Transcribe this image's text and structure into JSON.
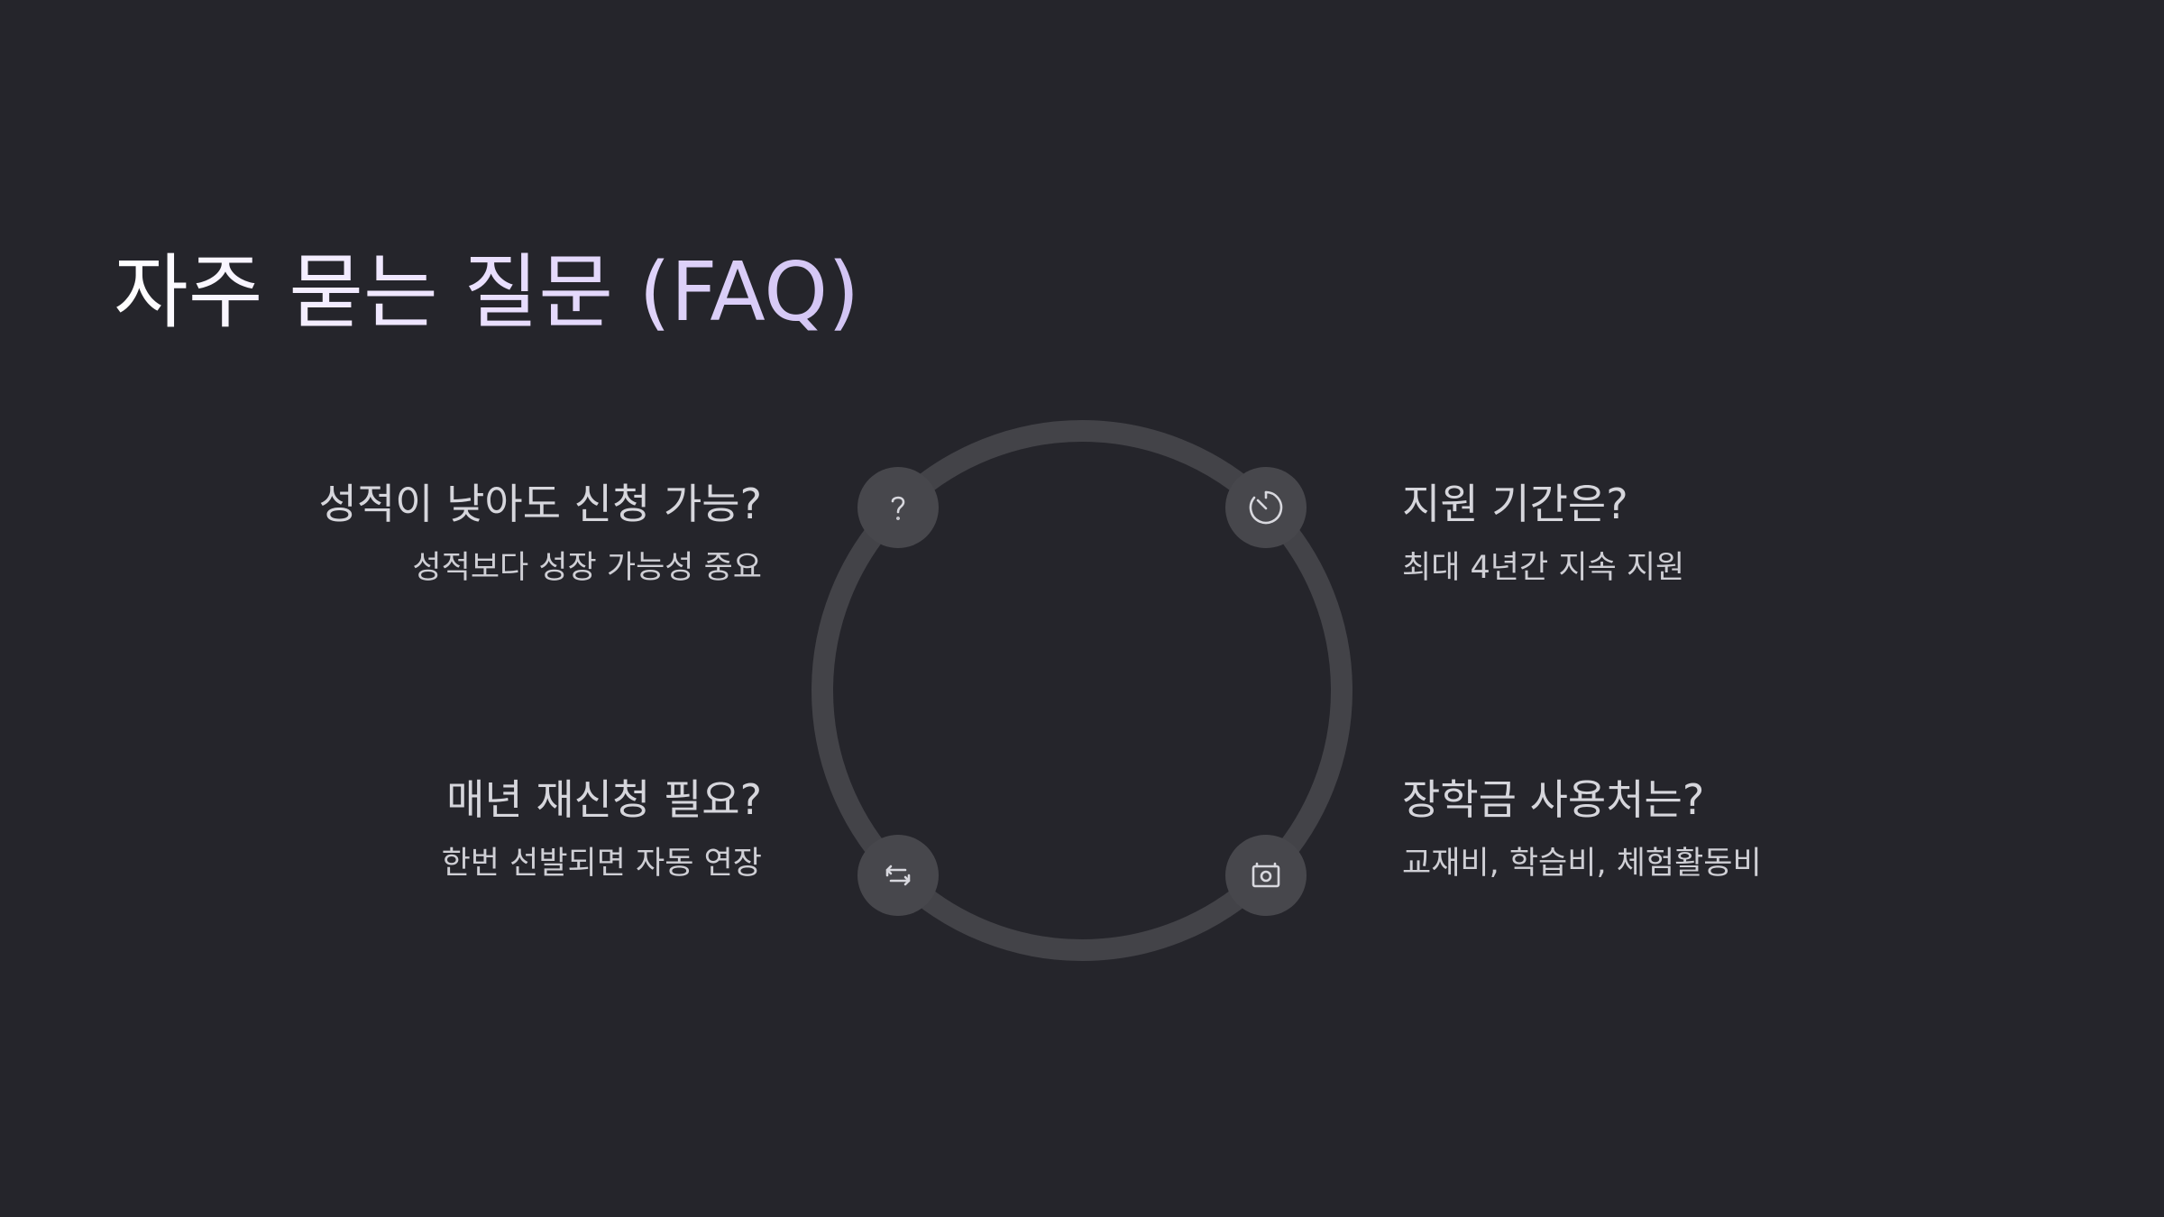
{
  "slide": {
    "title": "자주 묻는 질문 (FAQ)"
  },
  "faq": [
    {
      "question": "성적이 낮아도 신청 가능?",
      "answer": "성적보다 성장 가능성 중요",
      "icon": "question-mark-icon"
    },
    {
      "question": "지원 기간은?",
      "answer": "최대 4년간 지속 지원",
      "icon": "timer-icon"
    },
    {
      "question": "매년 재신청 필요?",
      "answer": "한번 선발되면 자동 연장",
      "icon": "repeat-icon"
    },
    {
      "question": "장학금 사용처는?",
      "answer": "교재비, 학습비, 체험활동비",
      "icon": "money-icon"
    }
  ],
  "colors": {
    "background": "#25252b",
    "ring": "#434348",
    "node": "#47474c",
    "text": "#d6d6dc",
    "title_accent": "#d2c4f4"
  }
}
